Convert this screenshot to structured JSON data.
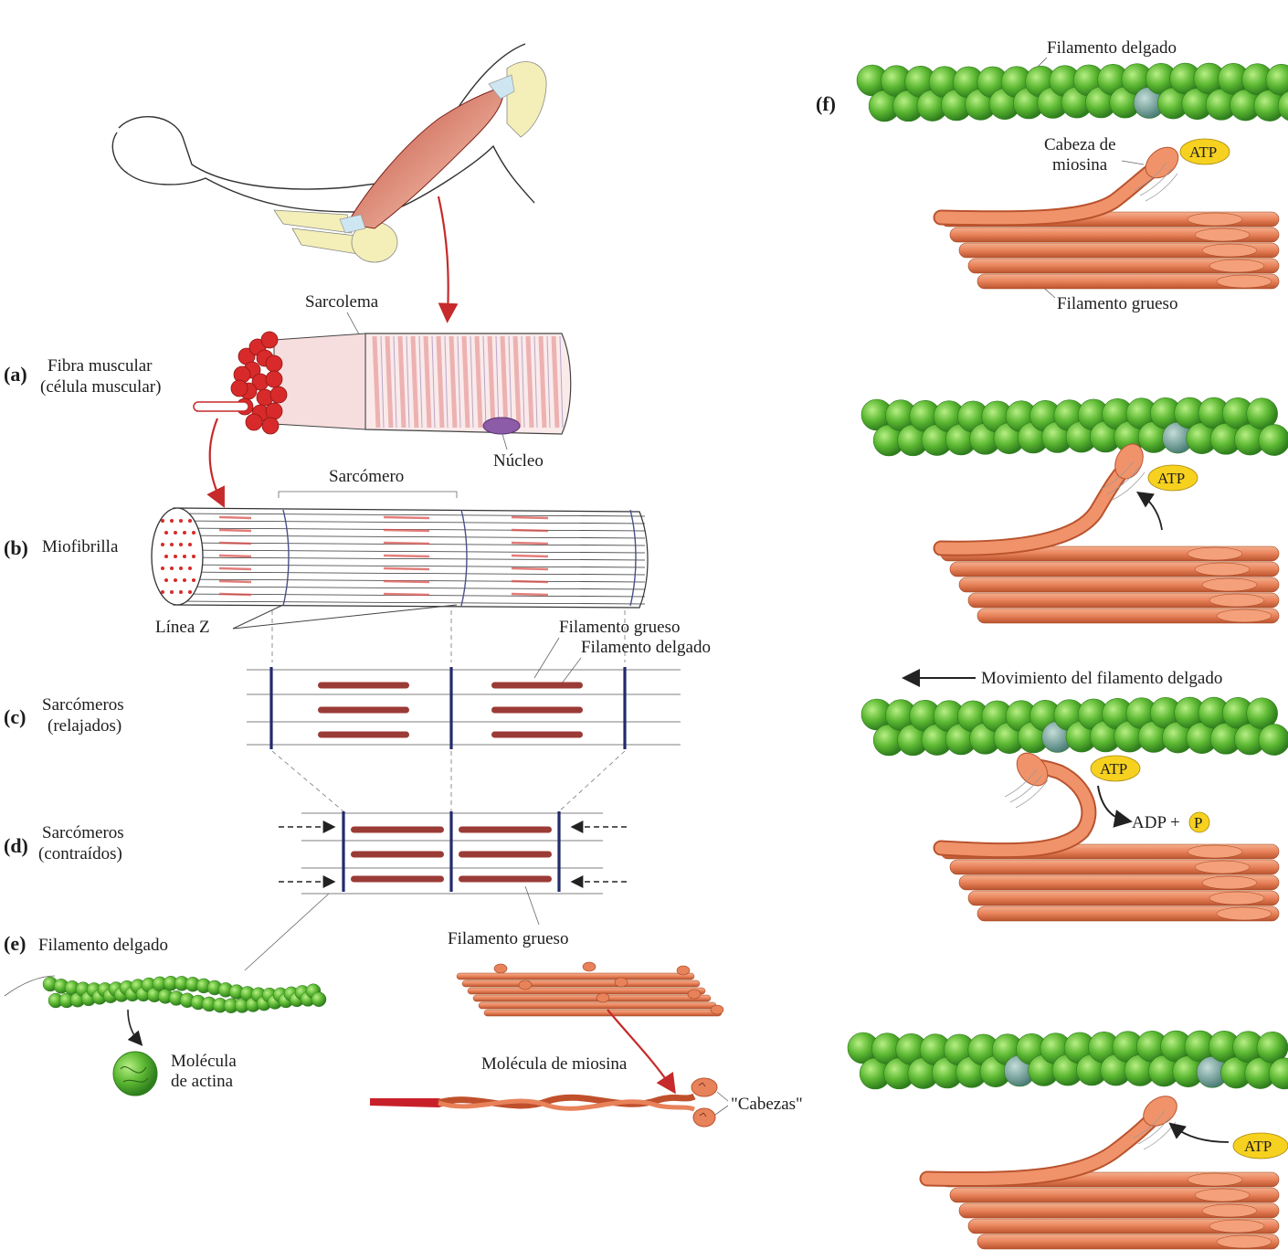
{
  "panels": {
    "a": {
      "letter": "(a)",
      "title_1": "Fibra muscular",
      "title_2": "(célula muscular)",
      "sarcolema": "Sarcolema",
      "nucleo": "Núcleo"
    },
    "b": {
      "letter": "(b)",
      "title": "Miofibrilla",
      "sarcomero": "Sarcómero",
      "linea_z": "Línea Z"
    },
    "c": {
      "letter": "(c)",
      "title_1": "Sarcómeros",
      "title_2": "(relajados)",
      "thick": "Filamento grueso",
      "thin": "Filamento delgado"
    },
    "d": {
      "letter": "(d)",
      "title_1": "Sarcómeros",
      "title_2": "(contraídos)",
      "thick": "Filamento grueso"
    },
    "e": {
      "letter": "(e)",
      "thin": "Filamento delgado",
      "actin_1": "Molécula",
      "actin_2": "de actina",
      "myosin": "Molécula de miosina",
      "heads": "\"Cabezas\""
    },
    "f": {
      "letter": "(f)",
      "thin": "Filamento delgado",
      "head_1": "Cabeza de",
      "head_2": "miosina",
      "thick": "Filamento grueso",
      "atp": "ATP",
      "movement": "Movimiento del filamento delgado",
      "adp": "ADP +",
      "p": "P"
    }
  },
  "colors": {
    "actin": "#5cb832",
    "actin_dark": "#2f7d1e",
    "myosin": "#e8825a",
    "myosin_dark": "#b9532e",
    "thick_bar": "#9b3b36",
    "z_line": "#232a6e",
    "atp": "#f6d11f",
    "arrow_red": "#c62a2a",
    "bound_site": "#6f9c95"
  }
}
